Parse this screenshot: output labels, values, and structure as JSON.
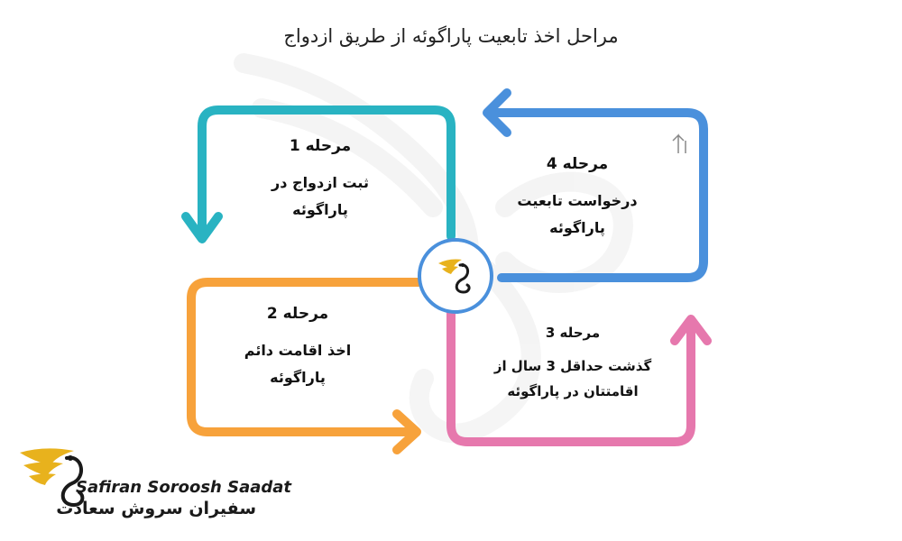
{
  "title": "مراحل اخذ تابعیت پاراگوئه از طریق ازدواج",
  "steps": [
    {
      "label": "مرحله 1",
      "text": [
        "ثبت ازدواج در",
        "پاراگوئه"
      ],
      "color": "#29b3c2"
    },
    {
      "label": "مرحله 2",
      "text": [
        "اخذ اقامت دائم",
        "پاراگوئه"
      ],
      "color": "#f7a23b"
    },
    {
      "label": "مرحله 3",
      "text": [
        "گذشت حداقل 3 سال از",
        "اقامتتان در پاراگوئه"
      ],
      "color": "#e678ad"
    },
    {
      "label": "مرحله 4",
      "text": [
        "درخواست تابعیت",
        "پاراگوئه"
      ],
      "color": "#4a90dc"
    }
  ],
  "center_circle_color": "#4a90dc",
  "brand": {
    "name_en": "Safiran Soroosh Saadat",
    "name_fa": "سفیران سروش سعادت",
    "logo_gold": "#e8b21d"
  }
}
